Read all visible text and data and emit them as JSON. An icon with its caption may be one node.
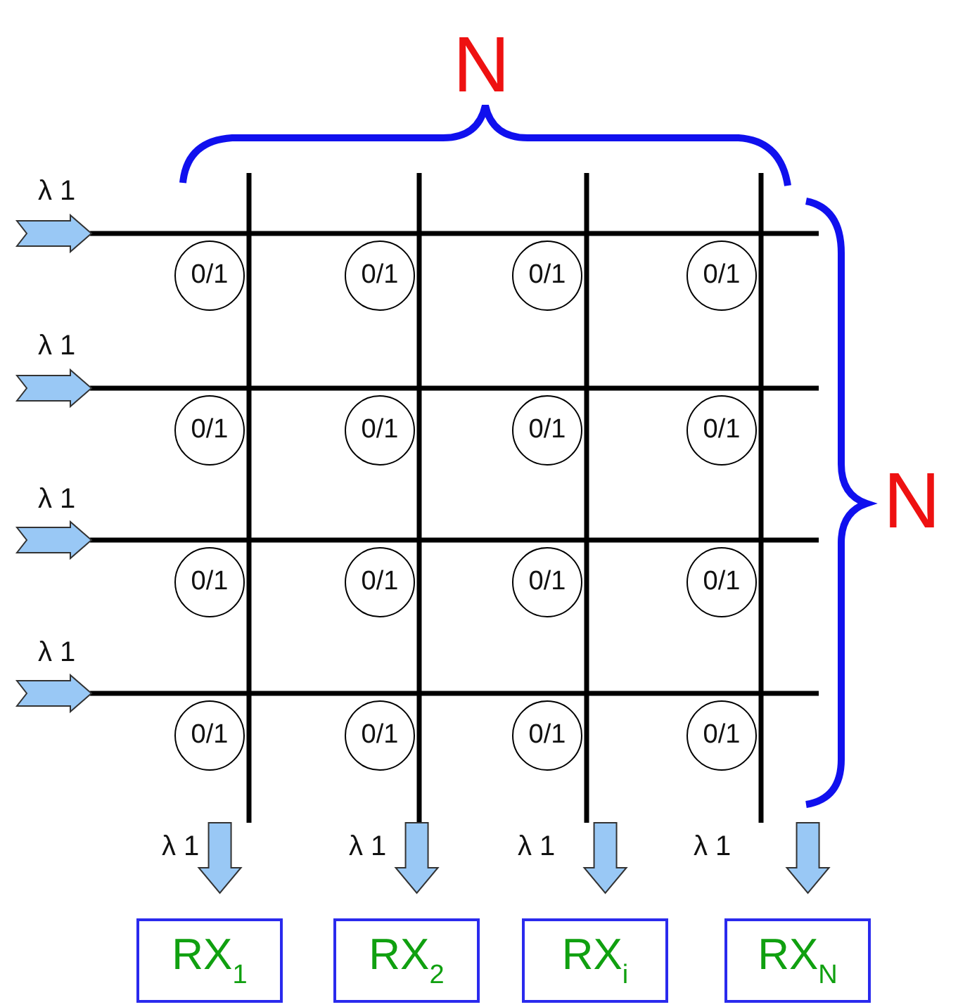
{
  "diagram": {
    "nodes": [
      {
        "text": [
          "0/1"
        ]
      },
      {
        "text": [
          "0/1"
        ]
      },
      {
        "text": [
          "0/1"
        ]
      },
      {
        "text": [
          "0/1"
        ]
      },
      {
        "text": [
          "0/1"
        ]
      },
      {
        "text": [
          "0/1"
        ]
      },
      {
        "text": [
          "0/1"
        ]
      },
      {
        "text": [
          "0/1"
        ]
      },
      {
        "text": [
          "0/1"
        ]
      },
      {
        "text": [
          "0/1"
        ]
      },
      {
        "text": [
          "0/1"
        ]
      },
      {
        "text": [
          "0/1"
        ]
      },
      {
        "text": [
          "0/1"
        ]
      },
      {
        "text": [
          "0/1"
        ]
      },
      {
        "text": [
          "0/1"
        ]
      },
      {
        "text": [
          "0/1"
        ]
      },
      {
        "text": [
          "RX$_{1}$"
        ]
      },
      {
        "text": [
          "RX$_{2}$"
        ]
      },
      {
        "text": [
          "RX$_{i}$"
        ]
      },
      {
        "text": [
          "RX$_{N}$"
        ]
      }
    ],
    "edges": [
      {
        "from": null,
        "to": 16,
        "arrow": "to",
        "style": "thick"
      },
      {
        "from": null,
        "to": 17,
        "arrow": "to",
        "style": "thick"
      },
      {
        "from": null,
        "to": 18,
        "arrow": "to",
        "style": "thick"
      },
      {
        "from": null,
        "to": 19,
        "arrow": "to",
        "style": "thick"
      }
    ],
    "labels": [
      "N",
      "λ 1",
      "λ 1",
      "λ 1",
      "N",
      "λ 1",
      "λ 1",
      "λ 1",
      "λ 1",
      "λ 1"
    ]
  }
}
